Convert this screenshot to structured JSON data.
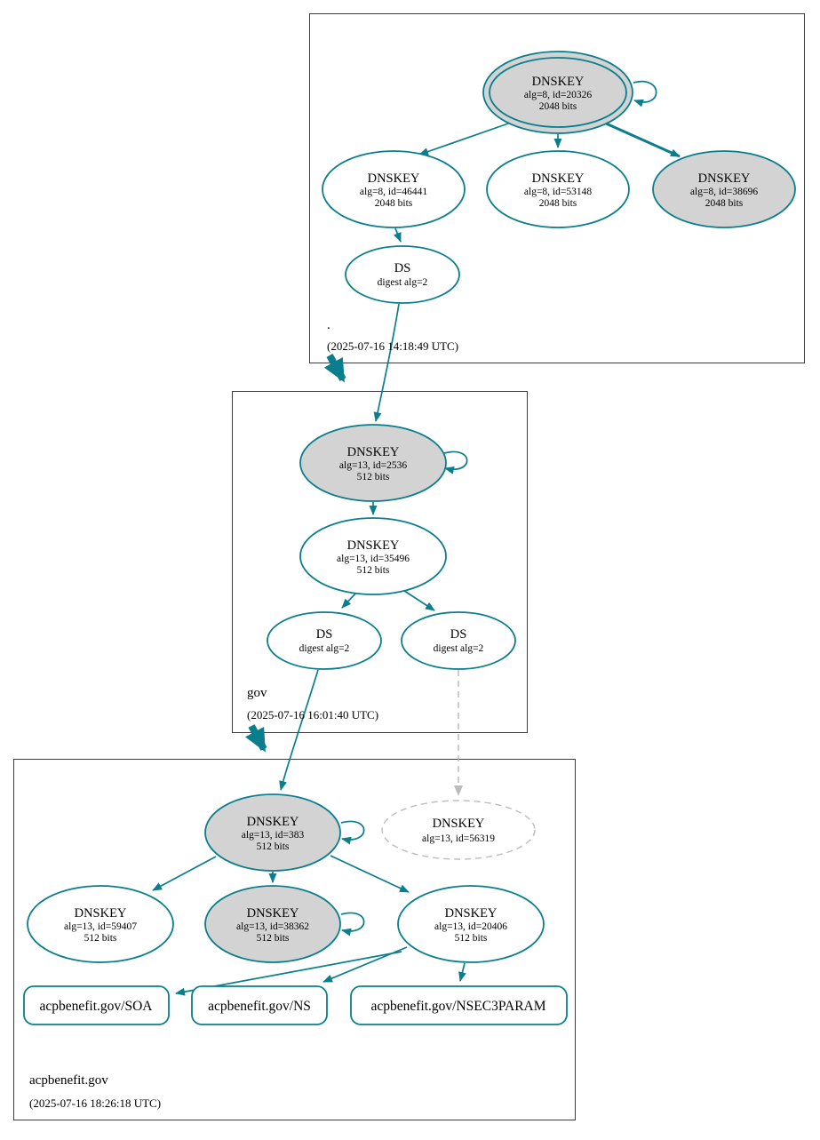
{
  "colors": {
    "edge_teal": "#0a7e8c",
    "node_fill_gray": "#d3d3d3",
    "dashed_gray": "#bcbcbc",
    "zone_border": "#3c3c3c",
    "text": "#000000"
  },
  "zones": {
    "root": {
      "label": ".",
      "timestamp": "(2025-07-16 14:18:49 UTC)",
      "nodes": {
        "ksk20326": {
          "title": "DNSKEY",
          "detail": "alg=8, id=20326",
          "bits": "2048 bits"
        },
        "key46441": {
          "title": "DNSKEY",
          "detail": "alg=8, id=46441",
          "bits": "2048 bits"
        },
        "key53148": {
          "title": "DNSKEY",
          "detail": "alg=8, id=53148",
          "bits": "2048 bits"
        },
        "key38696": {
          "title": "DNSKEY",
          "detail": "alg=8, id=38696",
          "bits": "2048 bits"
        },
        "ds": {
          "title": "DS",
          "detail": "digest alg=2"
        }
      }
    },
    "gov": {
      "label": "gov",
      "timestamp": "(2025-07-16 16:01:40 UTC)",
      "nodes": {
        "ksk2536": {
          "title": "DNSKEY",
          "detail": "alg=13, id=2536",
          "bits": "512 bits"
        },
        "key35496": {
          "title": "DNSKEY",
          "detail": "alg=13, id=35496",
          "bits": "512 bits"
        },
        "ds1": {
          "title": "DS",
          "detail": "digest alg=2"
        },
        "ds2": {
          "title": "DS",
          "detail": "digest alg=2"
        }
      }
    },
    "acpbenefit": {
      "label": "acpbenefit.gov",
      "timestamp": "(2025-07-16 18:26:18 UTC)",
      "nodes": {
        "ksk383": {
          "title": "DNSKEY",
          "detail": "alg=13, id=383",
          "bits": "512 bits"
        },
        "key56319": {
          "title": "DNSKEY",
          "detail": "alg=13, id=56319"
        },
        "key59407": {
          "title": "DNSKEY",
          "detail": "alg=13, id=59407",
          "bits": "512 bits"
        },
        "key38362": {
          "title": "DNSKEY",
          "detail": "alg=13, id=38362",
          "bits": "512 bits"
        },
        "key20406": {
          "title": "DNSKEY",
          "detail": "alg=13, id=20406",
          "bits": "512 bits"
        },
        "soa": {
          "label": "acpbenefit.gov/SOA"
        },
        "ns": {
          "label": "acpbenefit.gov/NS"
        },
        "nsec3param": {
          "label": "acpbenefit.gov/NSEC3PARAM"
        }
      }
    }
  }
}
